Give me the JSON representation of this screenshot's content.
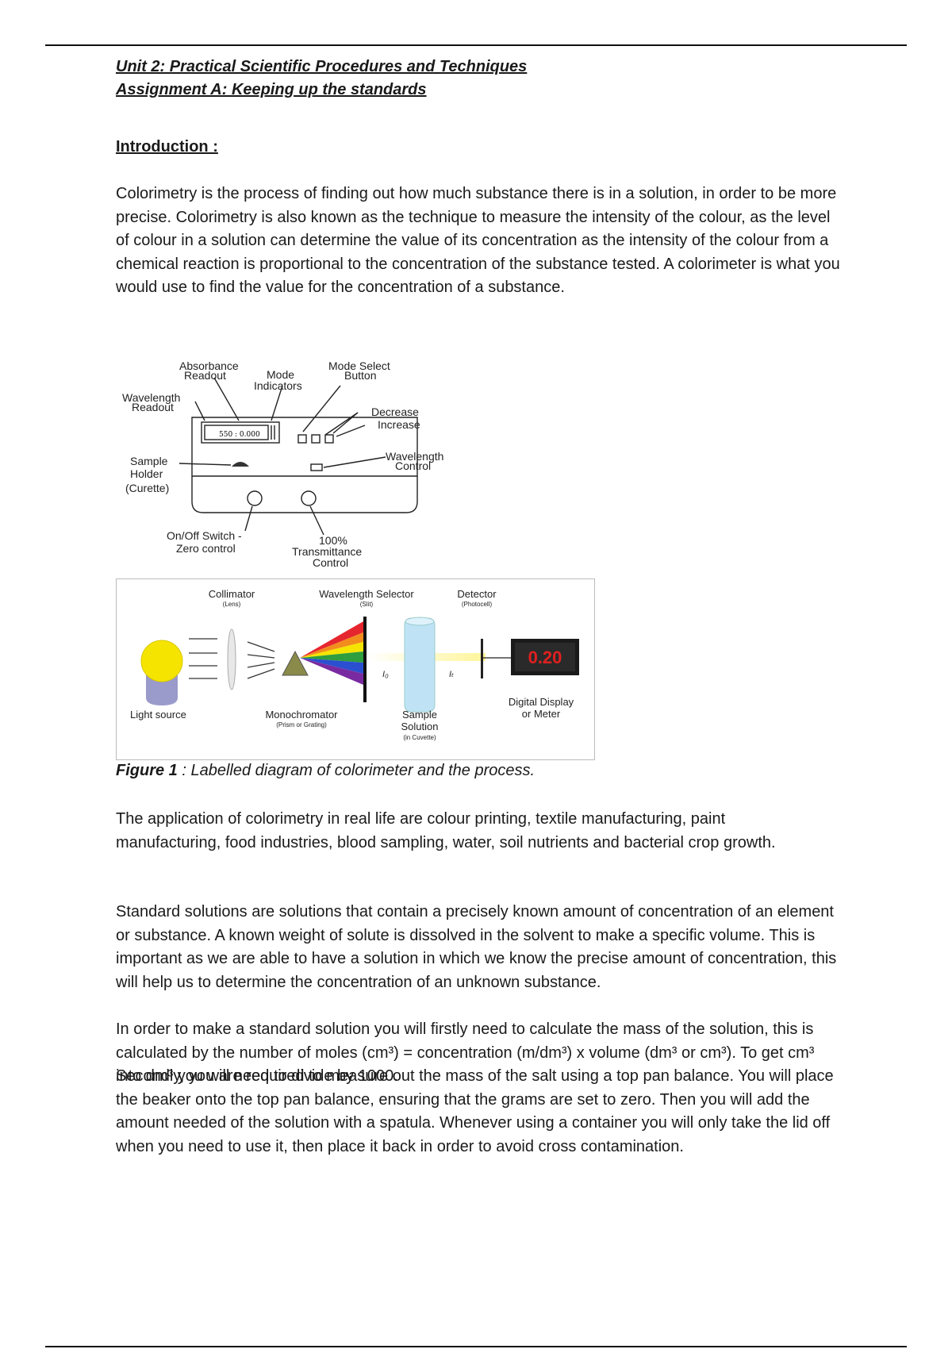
{
  "header": {
    "unit_title": "Unit 2: Practical Scientific Procedures and Techniques",
    "assignment_title": "Assignment A: Keeping up the standards"
  },
  "introduction": {
    "heading": "Introduction :",
    "paragraph": "Colorimetry is the process of finding out how much substance there is in a solution, in order to be more precise. Colorimetry is also known as the technique to measure the intensity of the colour, as the level of colour in a solution can determine the value of its concentration as the intensity of the colour from a chemical reaction is proportional to the concentration of the substance tested. A colorimeter is what you would use to find the value for the concentration of a substance."
  },
  "figure_colorimeter": {
    "labels": {
      "absorbance_readout": [
        "Absorbance",
        "Readout"
      ],
      "mode_indicators": [
        "Mode",
        "Indicators"
      ],
      "mode_select_button": [
        "Mode Select",
        "Button"
      ],
      "wavelength_readout": [
        "Wavelength",
        "Readout"
      ],
      "decrease": "Decrease",
      "increase": "Increase",
      "sample_holder": [
        "Sample",
        "Holder",
        "(Curette)"
      ],
      "wavelength_control": [
        "Wavelength",
        "Control"
      ],
      "on_off_switch": [
        "On/Off Switch -",
        "Zero control"
      ],
      "transmittance_control": [
        "100%",
        "Transmittance",
        "Control"
      ],
      "display_value": "550 : 0.000"
    }
  },
  "figure_process": {
    "labels": {
      "collimator": "Collimator",
      "collimator_sub": "(Lens)",
      "wavelength_selector": "Wavelength Selector",
      "wavelength_selector_sub": "(Slit)",
      "detector": "Detector",
      "detector_sub": "(Photocell)",
      "light_source": "Light source",
      "monochromator": "Monochromator",
      "monochromator_sub": "(Prism or Grating)",
      "sample_solution": [
        "Sample",
        "Solution"
      ],
      "sample_solution_sub": "(in Cuvette)",
      "digital_display": [
        "Digital Display",
        "or Meter"
      ],
      "meter_value": "0.20",
      "i0": "I₀",
      "it": "Iₜ"
    },
    "colors": {
      "meter_background": "#1a1a1a",
      "meter_text": "#e02020",
      "light_bulb": "#f5e400",
      "bulb_base": "#9a9acb",
      "cuvette": "#bfe3f5"
    }
  },
  "caption": {
    "label": "Figure 1",
    "text": " : Labelled diagram of colorimeter and the process."
  },
  "body": {
    "applications": "The application of colorimetry in real life are colour printing, textile manufacturing, paint manufacturing, food industries, blood sampling, water, soil nutrients and bacterial crop growth.",
    "standard_solutions": "Standard solutions are solutions that contain a precisely known amount of concentration of an element or substance. A known weight of solute is dissolved in the solvent to make a specific volume. This is important as we are able to have a solution in which we know the precise amount of concentration, this will help us to determine the concentration of an unknown substance.",
    "making_standard": "In order to make a standard solution you will firstly need to calculate the mass of the solution, this is calculated by the number of moles (cm³) = concentration (m/dm³) x volume (dm³ or cm³). To get cm³ into dm³ you will need to divide by 1000.",
    "measuring_mass": "Secondly, you are required to measure out the mass of the salt using a top pan balance. You will place the beaker onto the top pan balance, ensuring that the grams are set to zero. Then you will add the amount needed of the solution with a spatula. Whenever using a container you will only take the lid off when you need to use it, then place it back in order to avoid cross contamination."
  }
}
